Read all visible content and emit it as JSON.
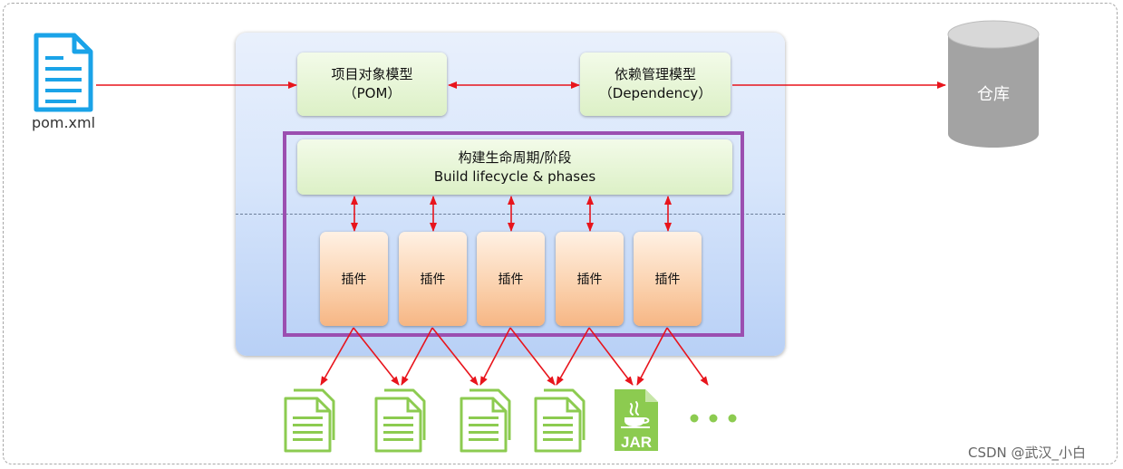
{
  "pom_file": {
    "label": "pom.xml"
  },
  "pom_model": {
    "line1": "项目对象模型",
    "line2": "（POM）"
  },
  "dependency_model": {
    "line1": "依赖管理模型",
    "line2": "（Dependency）"
  },
  "repository": {
    "label": "仓库"
  },
  "lifecycle": {
    "line1": "构建生命周期/阶段",
    "line2": "Build lifecycle & phases"
  },
  "plugins": [
    "插件",
    "插件",
    "插件",
    "插件",
    "插件"
  ],
  "outputs": {
    "jar_label": "JAR",
    "more_icon": "ellipsis-dots"
  },
  "watermark": "CSDN @武汉_小白",
  "colors": {
    "arrow": "#e8141c",
    "doc_green": "#8ccb50",
    "purple_border": "#9b4fb0",
    "file_blue": "#1aa3e8",
    "repo_gray": "#9e9e9e"
  }
}
